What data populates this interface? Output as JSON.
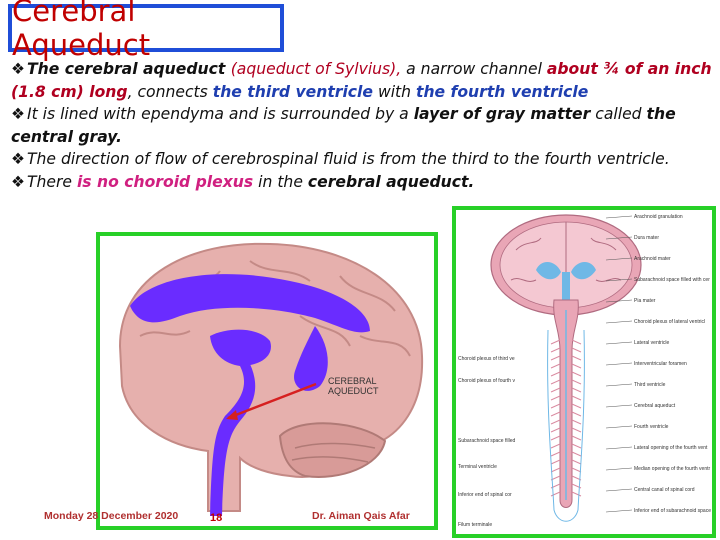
{
  "title": "Cerebral Aqueduct",
  "bullet_icon": "diamond-dingbat-icon",
  "bullets": [
    {
      "parts": [
        {
          "text": "The cerebral aqueduct ",
          "style": "b"
        },
        {
          "text": "(aqueduct of Sylvius), ",
          "style": "red"
        },
        {
          "text": "a narrow channel ",
          "style": ""
        },
        {
          "text": "about ¾ of an inch (1.8 cm) long",
          "style": "b red"
        },
        {
          "text": ", connects ",
          "style": ""
        },
        {
          "text": "the third ventricle",
          "style": "b blue"
        },
        {
          "text": " with ",
          "style": ""
        },
        {
          "text": "the fourth ventricle",
          "style": "b blue"
        }
      ]
    },
    {
      "parts": [
        {
          "text": "It is lined with ependyma and is surrounded by a ",
          "style": ""
        },
        {
          "text": "layer of gray matter",
          "style": "b"
        },
        {
          "text": " called ",
          "style": ""
        },
        {
          "text": "the central gray.",
          "style": "b"
        }
      ]
    },
    {
      "parts": [
        {
          "text": "The direction of flow of cerebrospinal fluid is from the third to the fourth ventricle.",
          "style": ""
        }
      ]
    },
    {
      "parts": [
        {
          "text": "There ",
          "style": ""
        },
        {
          "text": "is no choroid plexus",
          "style": "b pink"
        },
        {
          "text": " in the ",
          "style": ""
        },
        {
          "text": "cerebral aqueduct.",
          "style": "b"
        }
      ]
    }
  ],
  "left_figure": {
    "label_line1": "CEREBRAL",
    "label_line2": "AQUEDUCT",
    "brain_color": "#e6b0ad",
    "ventricle_color": "#6a2cff",
    "arrow_color": "#d62020"
  },
  "right_figure": {
    "labels_right": [
      "Arachnoid granulation",
      "Dura mater",
      "Arachnoid mater",
      "Subarachnoid space filled with cerebrospinal fluid",
      "Pia mater",
      "Choroid plexus of lateral ventricle",
      "Lateral ventricle",
      "Interventricular foramen",
      "Third ventricle",
      "Cerebral aqueduct",
      "Fourth ventricle",
      "Lateral opening of the fourth ventricle (foramen of Luschka)",
      "Median opening of the fourth ventricle (foramen of Magendie)",
      "Central canal of spinal cord",
      "Inferior end of subarachnoid space (around lower border of second sacral vertebra)"
    ],
    "labels_left": [
      "Choroid plexus of third ventricle",
      "Choroid plexus of fourth ventricle",
      "Subarachnoid space filled with cerebrospinal fluid",
      "Terminal ventricle",
      "Inferior end of spinal cord (level of lower border of first lumbar vertebra in adults)",
      "Filum terminale"
    ]
  },
  "footer": {
    "date": "Monday 28 December 2020",
    "page": "18",
    "author": "Dr. Aiman Qais Afar"
  },
  "colors": {
    "title_border": "#1f4ed8",
    "title_text": "#c00000",
    "figure_border": "#27d027"
  }
}
